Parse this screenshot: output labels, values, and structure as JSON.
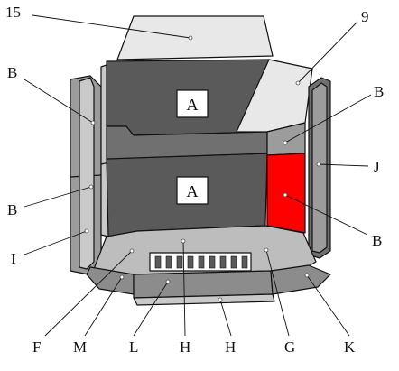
{
  "colors": {
    "back_panel": "#5a5a5a",
    "side_light": "#c9c9c9",
    "side_mid": "#9c9c9c",
    "side_dark": "#707070",
    "baffle": "#e8e8e8",
    "floor": "#bdbdbd",
    "front_trim": "#8c8c8c",
    "highlight": "#ff0000",
    "outline": "#111111",
    "badge_bg": "#ffffff"
  },
  "panel_badges": [
    "A",
    "A"
  ],
  "callouts": {
    "c15": "15",
    "c9": "9",
    "b_top_left": "B",
    "b_top_right": "B",
    "b_mid_left": "B",
    "j": "J",
    "b_red": "B",
    "i": "I",
    "f": "F",
    "m": "M",
    "l": "L",
    "h1": "H",
    "h2": "H",
    "g": "G",
    "k": "K"
  }
}
